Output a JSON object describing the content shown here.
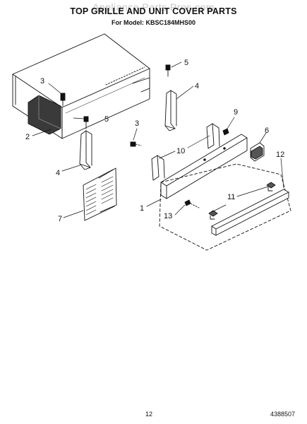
{
  "header": {
    "title": "TOP GRILLE AND UNIT COVER PARTS",
    "subtitle": "For Model: KBSC184MHS00",
    "watermark": "Appliance Parts Pros.com"
  },
  "callouts": {
    "c1": "1",
    "c2": "2",
    "c3a": "3",
    "c3b": "3",
    "c4a": "4",
    "c4b": "4",
    "c5a": "5",
    "c5b": "5",
    "c6": "6",
    "c7": "7",
    "c9": "9",
    "c10": "10",
    "c11": "11",
    "c12": "12",
    "c13": "13"
  },
  "footer": {
    "page_number": "12",
    "document_number": "4388507"
  }
}
